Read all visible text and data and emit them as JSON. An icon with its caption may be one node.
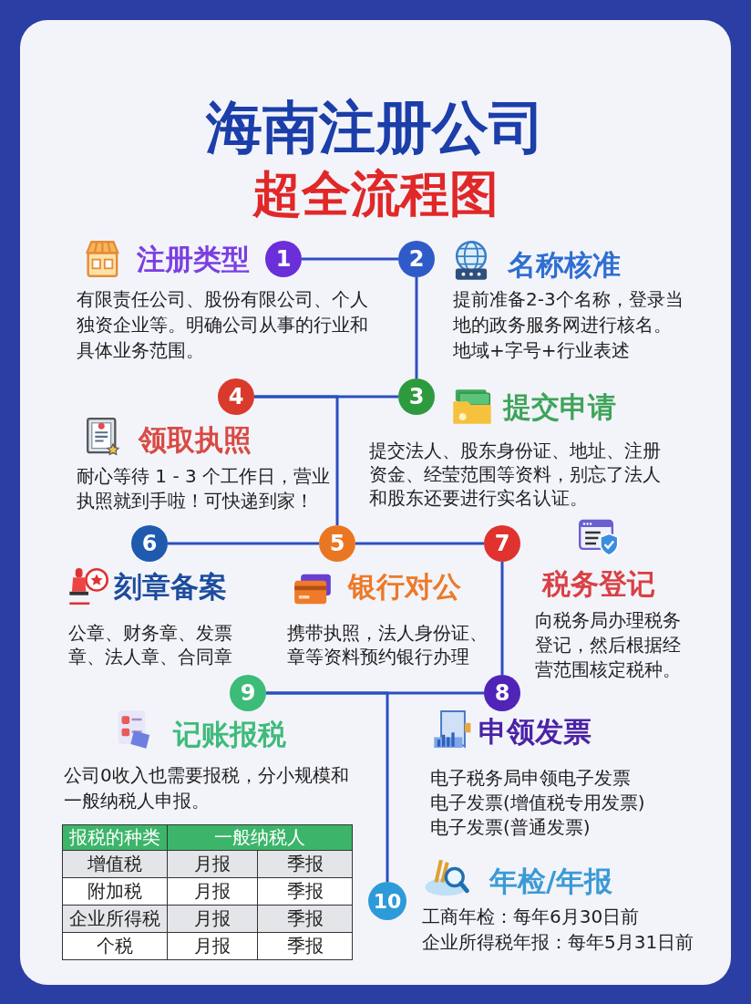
{
  "diagram": {
    "title": "海南注册公司",
    "nodes": [
      {
        "text": [
          "1"
        ],
        "beside": [
          "注册类型",
          "有限责任公司、股份有限公司、个人独资企业等。明确公司从事的行业和具体业务范围。"
        ]
      },
      {
        "text": [
          "2"
        ],
        "beside": [
          "名称核准",
          "提前准备2-3个名称，登录当地的政务服务网进行核名。",
          "地域+字号+行业表述"
        ]
      },
      {
        "text": [
          "3"
        ],
        "beside": [
          "提交申请",
          "提交法人、股东身份证、地址、注册资金、经莹范围等资料，别忘了法人和股东还要进行实名认证。"
        ]
      },
      {
        "text": [
          "4"
        ],
        "beside": [
          "领取执照",
          "耐心等待 1 - 3 个工作日，营业执照就到手啦！可快递到家！"
        ]
      },
      {
        "text": [
          "5"
        ],
        "beside": [
          "银行对公",
          "携带执照，法人身份证、章等资料预约银行办理"
        ]
      },
      {
        "text": [
          "6"
        ],
        "beside": [
          "刻章备案"
        ]
      },
      {
        "text": [
          "7"
        ],
        "beside": [
          "税务登记",
          "向税务局办理税务登记，然后根据经营范围核定税种。"
        ]
      },
      {
        "text": [
          "8"
        ],
        "beside": [
          "申领发票",
          "电子税务局申领电子发票",
          "电子发票(增值税专用发票)",
          "电子发票(普通发票)"
        ]
      },
      {
        "text": [
          "9"
        ],
        "beside": [
          "记账报税",
          "公司0收入也需要报税，分小规模和一般纳税人申报。"
        ]
      },
      {
        "text": [
          "10"
        ],
        "beside": [
          "年检/年报",
          "工商年检：每年6月30日前",
          "企业所得税年报：每年5月31日前"
        ]
      }
    ],
    "edges": [
      {
        "from": 0,
        "to": 1,
        "arrow": "none"
      },
      {
        "from": 1,
        "to": 2,
        "arrow": "none"
      },
      {
        "from": 2,
        "to": 3,
        "arrow": "none"
      },
      {
        "from": 3,
        "to": 4,
        "arrow": "none"
      },
      {
        "from": 4,
        "to": 5,
        "arrow": "none"
      },
      {
        "from": 4,
        "to": 6,
        "arrow": "none"
      },
      {
        "from": 6,
        "to": 7,
        "arrow": "none"
      },
      {
        "from": 7,
        "to": 8,
        "arrow": "none"
      },
      {
        "from": 8,
        "to": 9,
        "arrow": "none"
      }
    ],
    "labels": [
      "超全流程图",
      "公章、财务章、发票章、法人章、合同章",
      "报税的种类",
      "一般纳税人",
      "增值税",
      "月报",
      "季报",
      "附加税",
      "月报",
      "季报",
      "企业所得税",
      "月报",
      "季报",
      "个税",
      "月报",
      "季报"
    ]
  }
}
